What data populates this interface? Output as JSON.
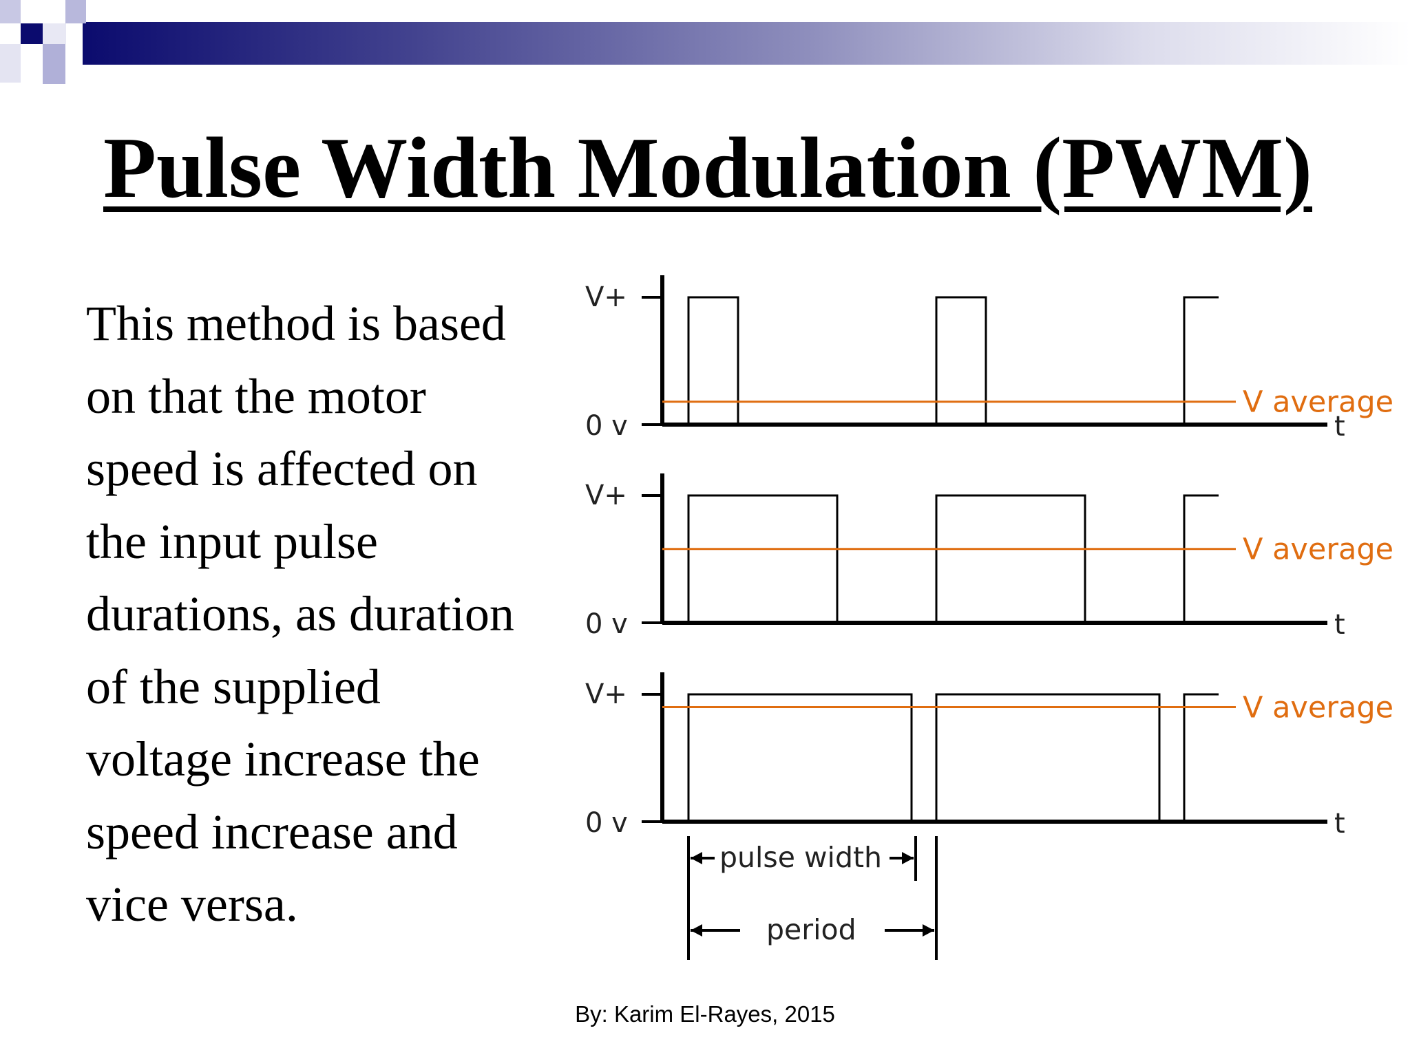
{
  "slide": {
    "title": "Pulse Width Modulation (PWM)",
    "body_lines": [
      "This method is based",
      "on that the motor",
      "speed is affected on",
      "the input pulse",
      "durations, as duration",
      "of the supplied",
      "voltage increase the",
      "speed increase and",
      "vice versa."
    ],
    "footer": "By: Karim El-Rayes, 2015"
  },
  "diagram": {
    "axis_labels": {
      "high": "V+",
      "low": "0 v",
      "time": "t"
    },
    "average_label": "V average",
    "pulse_width_label": "pulse width",
    "period_label": "period",
    "colors": {
      "signal": "#000000",
      "average": "#e06d10"
    },
    "waveforms": [
      {
        "duty_cycle": 0.2,
        "average_level": 0.18
      },
      {
        "duty_cycle": 0.6,
        "average_level": 0.58
      },
      {
        "duty_cycle": 0.9,
        "average_level": 0.9
      }
    ]
  }
}
